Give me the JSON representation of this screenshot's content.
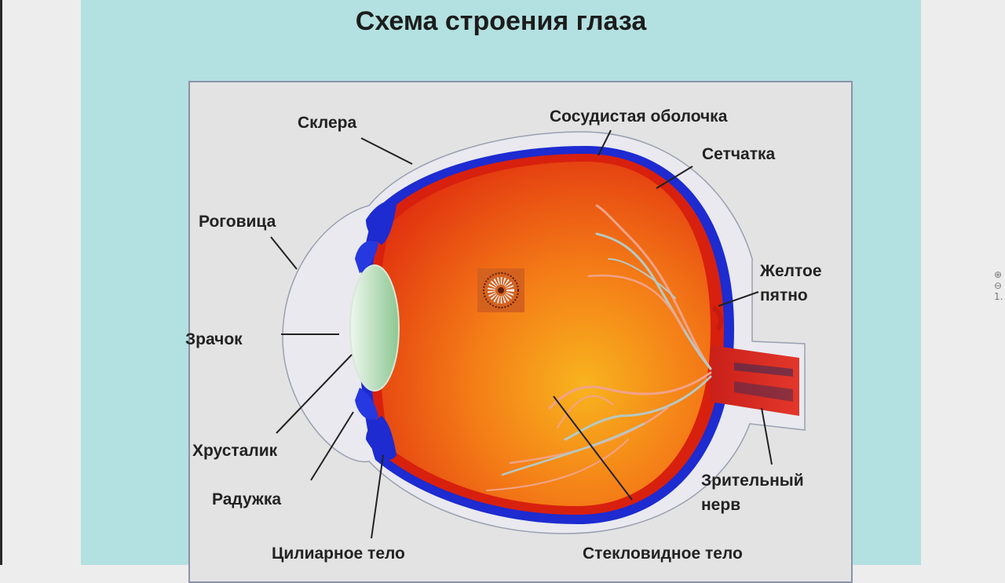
{
  "title": "Схема строения глаза",
  "labels": {
    "sclera": "Склера",
    "choroid": "Сосудистая оболочка",
    "retina": "Сетчатка",
    "cornea": "Роговица",
    "macula_line1": "Желтое",
    "macula_line2": "пятно",
    "pupil": "Зрачок",
    "lens": "Хрусталик",
    "iris": "Радужка",
    "optic_nerve_line1": "Зрительный",
    "optic_nerve_line2": "нерв",
    "ciliary_body": "Цилиарное тело",
    "vitreous_body": "Стекловидное тело"
  },
  "side_controls": {
    "zoom_in": "⊕",
    "zoom_out": "⊖",
    "zoom_level": "1."
  },
  "colors": {
    "slide_background": "#b3e0e0",
    "sclera": "#e9e9ef",
    "choroid": "#1d2bd0",
    "retina": "#d8200e",
    "vitreous_center": "#f5a31c",
    "lens": "#a5d4a8",
    "vessels": "#f1a38a"
  },
  "icons": {
    "center_mark": "radial-sunburst-icon"
  }
}
